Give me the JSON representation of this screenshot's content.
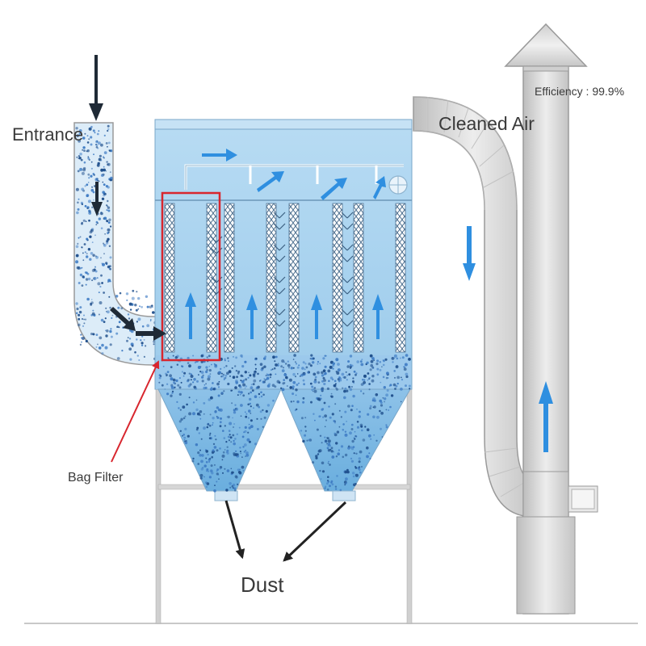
{
  "labels": {
    "entrance": "Entrance",
    "cleaned_air": "Cleaned Air",
    "efficiency": "Efficiency : 99.9%",
    "bag_filter": "Bag Filter",
    "dust": "Dust"
  },
  "colors": {
    "efficiency_text": "#a0323c",
    "bag_filter_highlight": "#d8262e",
    "airflow_arrow": "#2f8fe0",
    "dust_particles": "#3f7cc4",
    "housing_fill": "#a9d3f0",
    "duct_gray": "#d9d9d9"
  }
}
